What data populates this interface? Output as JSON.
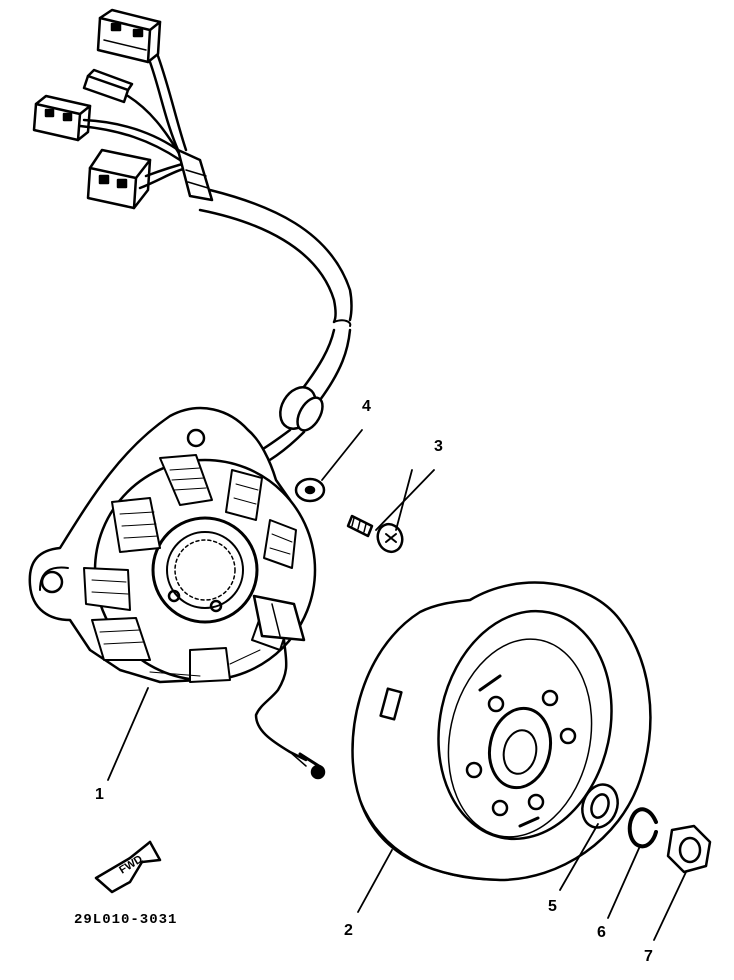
{
  "diagram": {
    "parts": [
      {
        "number": "1",
        "name": "stator"
      },
      {
        "number": "2",
        "name": "rotor"
      },
      {
        "number": "3",
        "name": "screw"
      },
      {
        "number": "4",
        "name": "washer"
      },
      {
        "number": "5",
        "name": "plain-washer"
      },
      {
        "number": "6",
        "name": "lock-washer"
      },
      {
        "number": "7",
        "name": "nut"
      }
    ],
    "fwd_label": "FWD",
    "reference_code": "29L010-3031",
    "line_color": "#000000",
    "background_color": "#ffffff"
  }
}
